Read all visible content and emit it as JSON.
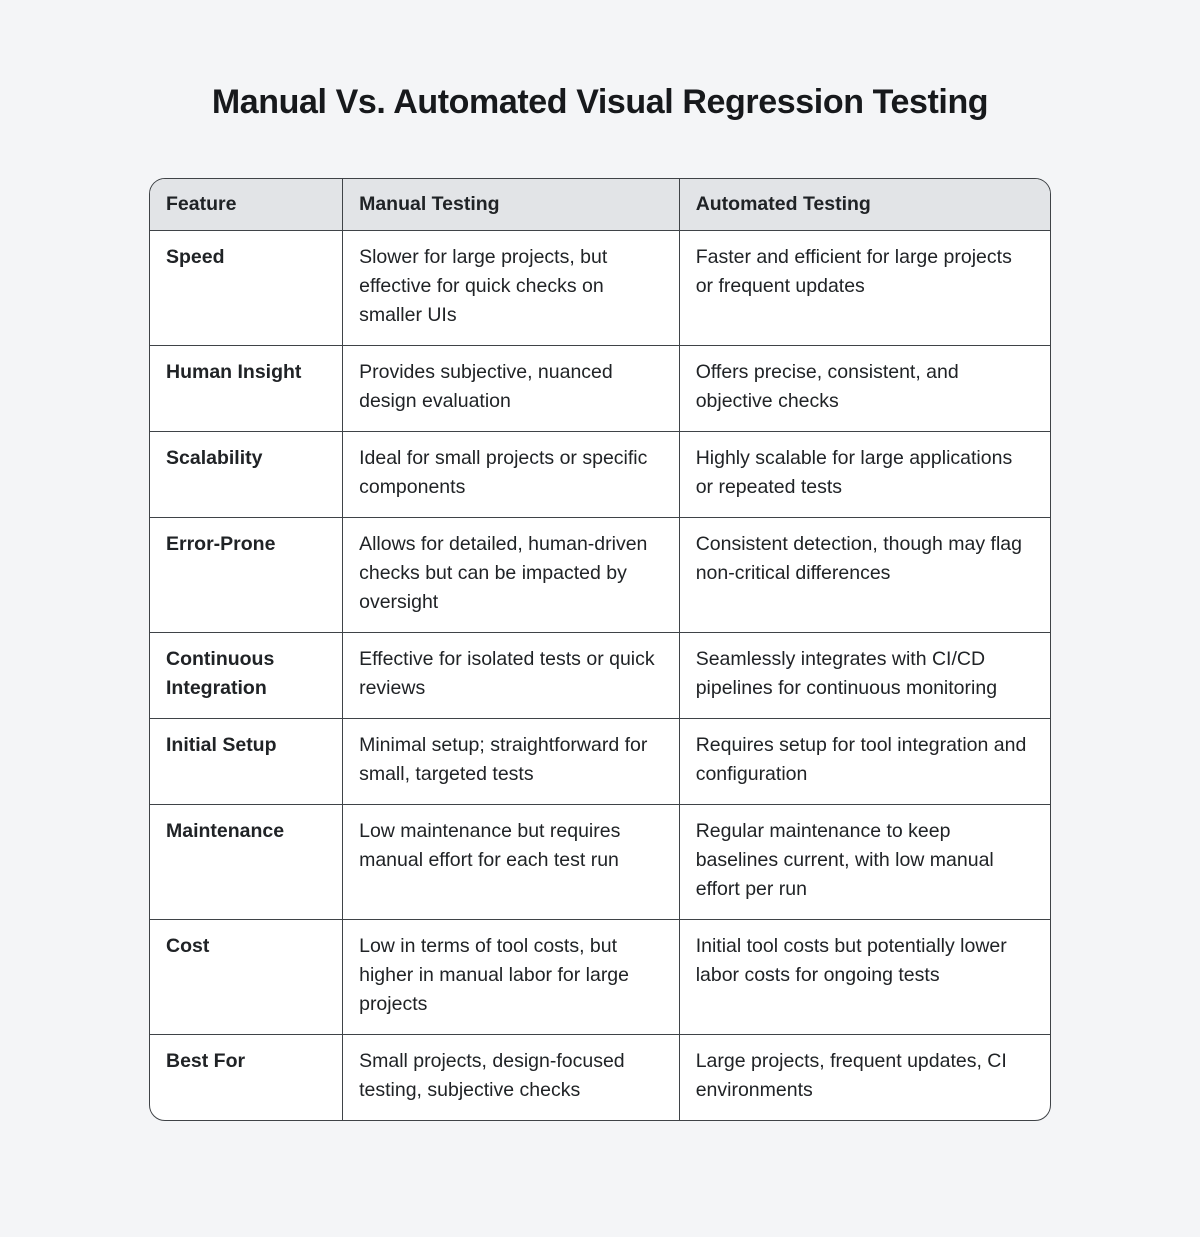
{
  "page": {
    "title": "Manual Vs. Automated Visual Regression Testing"
  },
  "colors": {
    "page_background": "#f4f5f7",
    "header_background": "#e2e4e7",
    "cell_background": "#ffffff",
    "border": "#3f4347",
    "text": "#202326"
  },
  "chart_data": {
    "type": "table",
    "title": "Manual Vs. Automated Visual Regression Testing",
    "columns": [
      "Feature",
      "Manual Testing",
      "Automated Testing"
    ],
    "rows": [
      [
        "Speed",
        "Slower for large projects, but effective for quick checks on smaller UIs",
        "Faster and efficient for large projects or frequent updates"
      ],
      [
        "Human Insight",
        "Provides subjective, nuanced design evaluation",
        "Offers precise, consistent, and objective checks"
      ],
      [
        "Scalability",
        "Ideal for small projects or specific components",
        "Highly scalable for large applications or repeated tests"
      ],
      [
        "Error-Prone",
        "Allows for detailed, human-driven checks but can be impacted by oversight",
        "Consistent detection, though may flag non-critical differences"
      ],
      [
        "Continuous Integration",
        "Effective for isolated tests or quick reviews",
        "Seamlessly integrates with CI/CD pipelines for continuous monitoring"
      ],
      [
        "Initial Setup",
        "Minimal setup; straightforward for small, targeted tests",
        "Requires setup for tool integration and configuration"
      ],
      [
        "Maintenance",
        "Low maintenance but requires manual effort for each test run",
        "Regular maintenance to keep baselines current, with low manual effort per run"
      ],
      [
        "Cost",
        "Low in terms of tool costs, but higher in manual labor for large projects",
        "Initial tool costs but potentially lower labor costs for ongoing tests"
      ],
      [
        "Best For",
        "Small projects, design-focused testing, subjective checks",
        "Large projects, frequent updates, CI environments"
      ]
    ]
  }
}
